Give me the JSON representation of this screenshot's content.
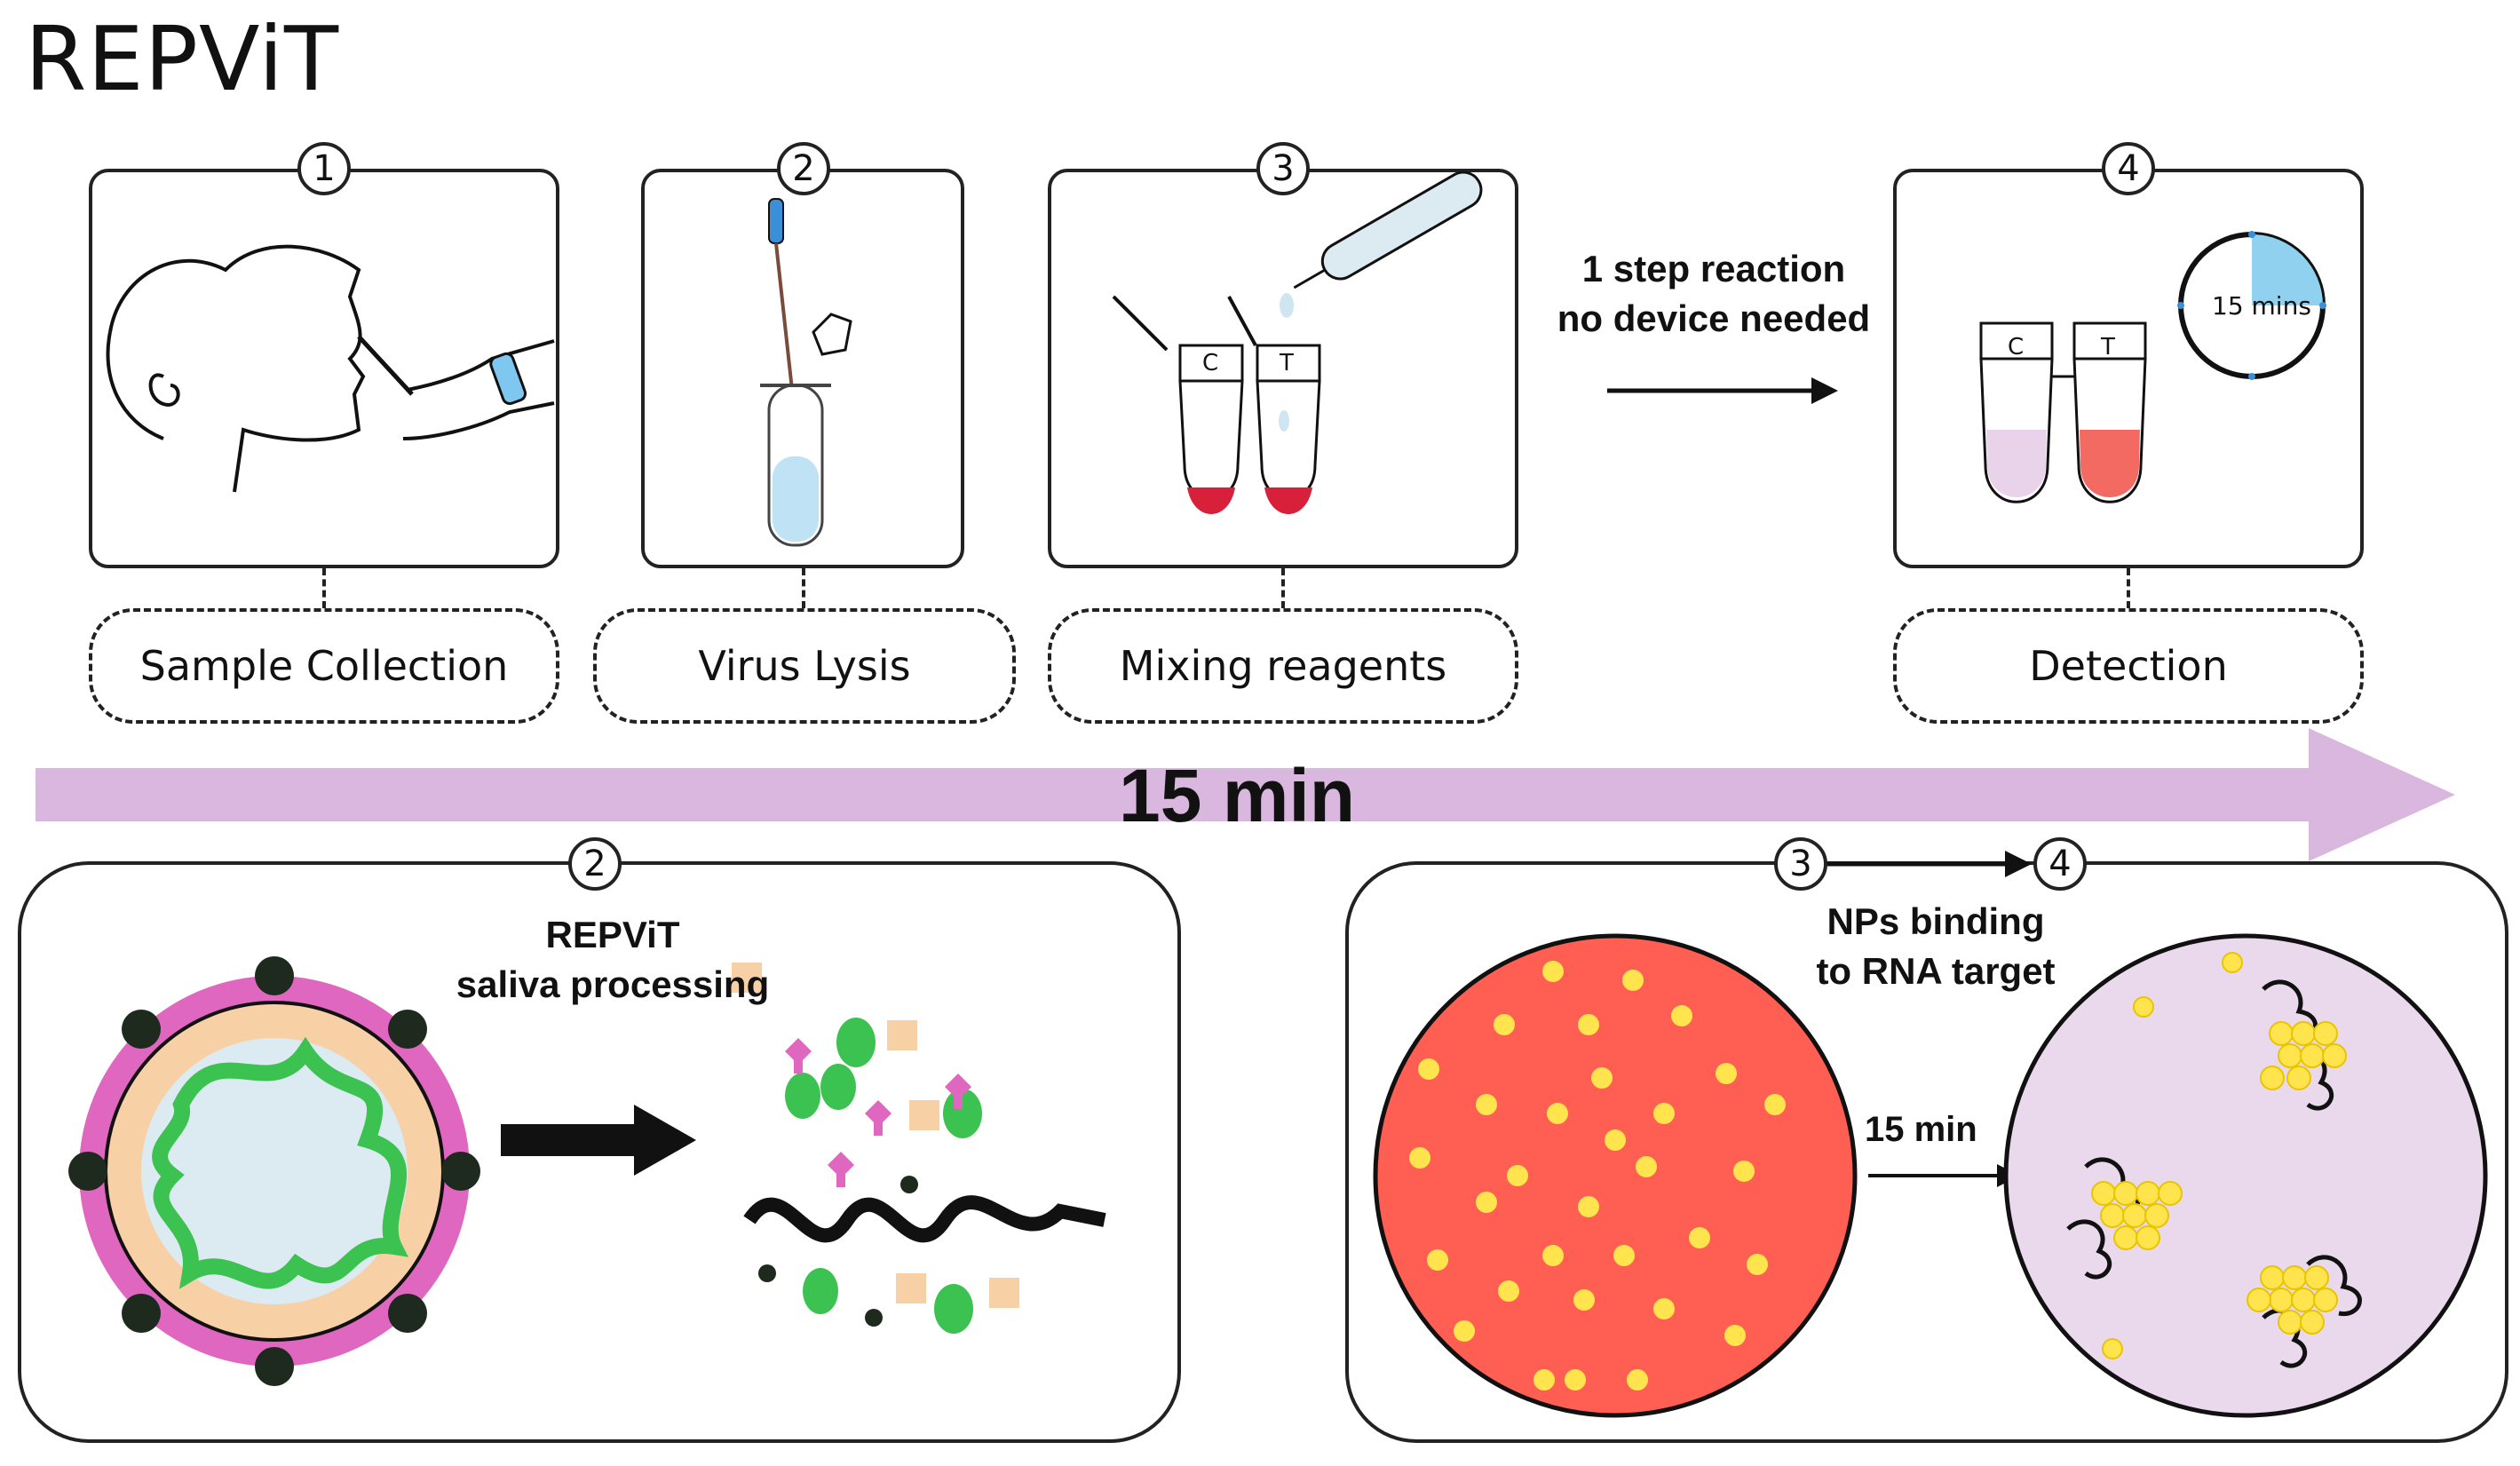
{
  "title": "REPViT",
  "steps": [
    {
      "num": "1",
      "label": "Sample Collection",
      "icon": "nasal-swab-illustration"
    },
    {
      "num": "2",
      "label": "Virus Lysis",
      "icon": "lysis-tube-illustration"
    },
    {
      "num": "3",
      "label": "Mixing reagents",
      "icon": "mixing-tubes-illustration"
    },
    {
      "num": "4",
      "label": "Detection",
      "icon": "detection-tubes-illustration"
    }
  ],
  "reaction_note": {
    "line1": "1 step reaction",
    "line2": "no device needed"
  },
  "tube_labels": {
    "control": "C",
    "test": "T"
  },
  "timer_label": "15 mins",
  "timeline_label": "15 min",
  "lower_left": {
    "num": "2",
    "line1": "REPViT",
    "line2": "saliva processing"
  },
  "lower_right": {
    "num_from": "3",
    "num_to": "4",
    "line1": "NPs binding",
    "line2": "to RNA target",
    "arrow_label": "15 min"
  },
  "colors": {
    "timeline": "#d9b7de",
    "red_solution": "#ff5f52",
    "purple_solution": "#ead9ec",
    "tube_red": "#d8203a",
    "tube_pink": "#e8d3ea",
    "tube_salmon": "#f36a63",
    "spike": "#e067bf",
    "rna": "#3cc250",
    "envelope": "#f7d0a6",
    "core": "#dceaf1",
    "np": "#ffe44d",
    "swab_liquid": "#bfe2f5"
  }
}
